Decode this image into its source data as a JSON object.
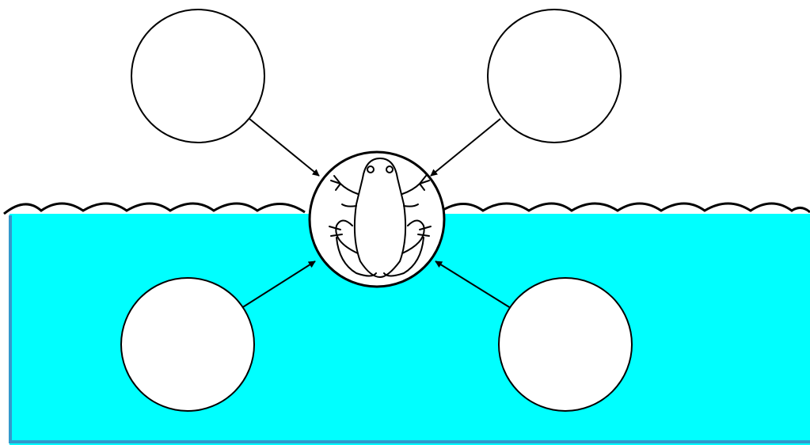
{
  "diagram": {
    "description_visible_text": "",
    "colors": {
      "water": "#00FFFF",
      "water_border": "#3399CC",
      "outline": "#000000",
      "circle_fill": "#FFFFFF",
      "background": "#FFFFFF"
    },
    "nodes": [
      {
        "id": "top-left-circle",
        "label": ""
      },
      {
        "id": "top-right-circle",
        "label": ""
      },
      {
        "id": "bottom-left-circle",
        "label": ""
      },
      {
        "id": "bottom-right-circle",
        "label": ""
      },
      {
        "id": "center-frog-circle",
        "label": "",
        "icon": "frog-icon"
      }
    ],
    "edges": [
      {
        "from": "top-left-circle",
        "to": "center-frog-circle"
      },
      {
        "from": "top-right-circle",
        "to": "center-frog-circle"
      },
      {
        "from": "bottom-left-circle",
        "to": "center-frog-circle"
      },
      {
        "from": "bottom-right-circle",
        "to": "center-frog-circle"
      }
    ]
  }
}
